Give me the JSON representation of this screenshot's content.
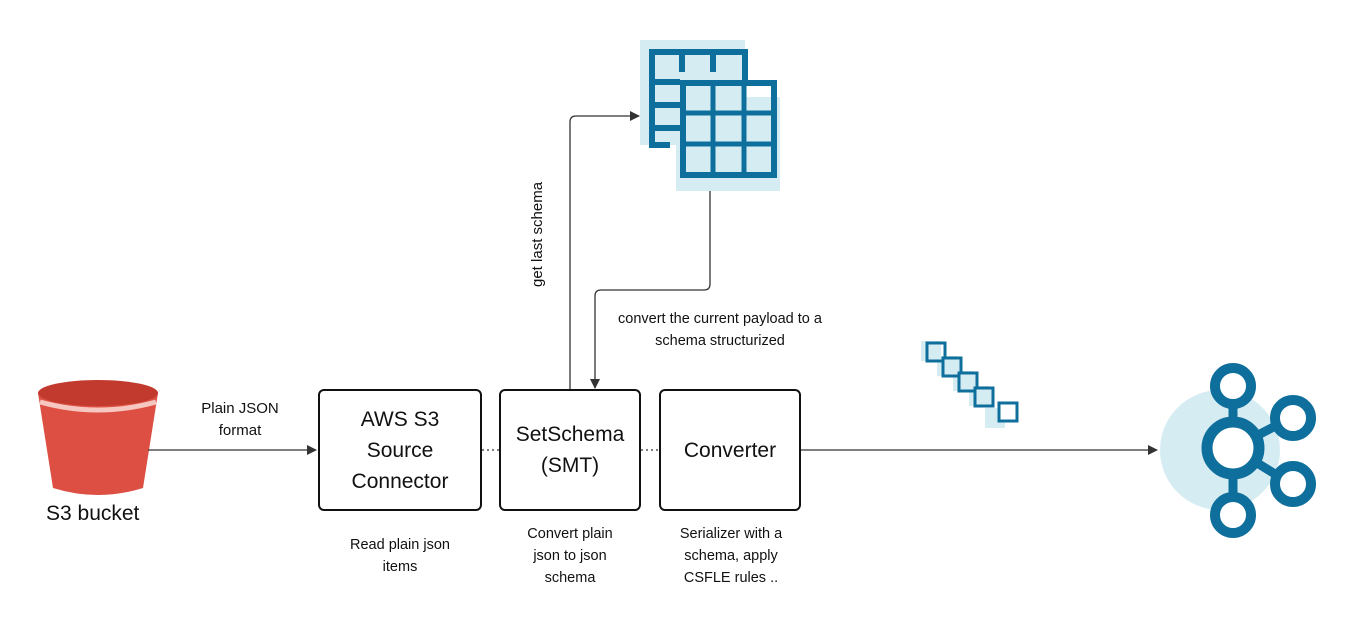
{
  "s3_bucket": {
    "label": "S3 bucket",
    "colors": {
      "top": "#c23a2e",
      "rim": "#f6c7c0",
      "body": "#dd4f42"
    }
  },
  "edges": {
    "bucket_to_source": {
      "label_line1": "Plain JSON",
      "label_line2": "format"
    },
    "schema_fetch": {
      "label": "get last schema"
    },
    "schema_apply": {
      "label_line1": "convert the current payload to a",
      "label_line2": "schema structurized"
    }
  },
  "boxes": {
    "source_connector": {
      "title": "AWS S3\nSource\nConnector",
      "caption_line1": "Read plain json",
      "caption_line2": "items"
    },
    "set_schema": {
      "title": "SetSchema\n(SMT)",
      "caption_line1": "Convert plain",
      "caption_line2": "json to json",
      "caption_line3": "schema"
    },
    "converter": {
      "title": "Converter",
      "caption_line1": "Serializer with a",
      "caption_line2": "schema, apply",
      "caption_line3": "CSFLE rules .."
    }
  },
  "icons": {
    "schema_registry": "table-grid-icon",
    "records": "message-stream-icon",
    "kafka": "kafka-icon"
  },
  "colors": {
    "accent_blue": "#0f6f9c",
    "accent_light": "#d6ecf3",
    "line": "#333333"
  }
}
